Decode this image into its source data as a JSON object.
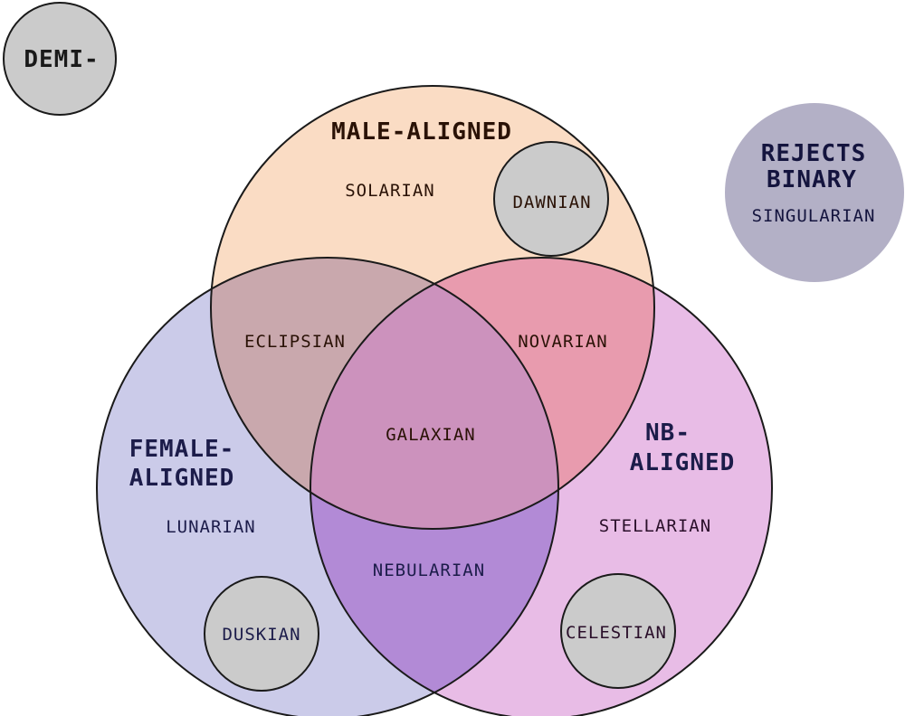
{
  "colors": {
    "male": "#fadcc4",
    "female": "#cbcbe9",
    "nb": "#e8bce6",
    "male_female": "#c9a8ad",
    "male_nb": "#e89bae",
    "female_nb": "#b28ad6",
    "all_three": "#cc92bd",
    "grey_circle": "#cbcbcb",
    "rejects_circle": "#b3b0c6",
    "outline": "#1a1a1a",
    "text_male": "#2a1206",
    "text_female": "#1c1c4a",
    "text_nb": "#2a0f2a",
    "text_rejects": "#14143e"
  },
  "labels": {
    "male_title": "MALE-ALIGNED",
    "male_sub": "SOLARIAN",
    "male_demi": "DAWNIAN",
    "female_title_1": "FEMALE-",
    "female_title_2": "ALIGNED",
    "female_sub": "LUNARIAN",
    "female_demi": "DUSKIAN",
    "nb_title_1": "NB-",
    "nb_title_2": "ALIGNED",
    "nb_sub": "STELLARIAN",
    "nb_demi": "CELESTIAN",
    "male_female": "ECLIPSIAN",
    "male_nb": "NOVARIAN",
    "female_nb": "NEBULARIAN",
    "all_three": "GALAXIAN",
    "demi_legend": "DEMI-",
    "rejects_title_1": "REJECTS",
    "rejects_title_2": "BINARY",
    "rejects_sub": "SINGULARIAN"
  }
}
